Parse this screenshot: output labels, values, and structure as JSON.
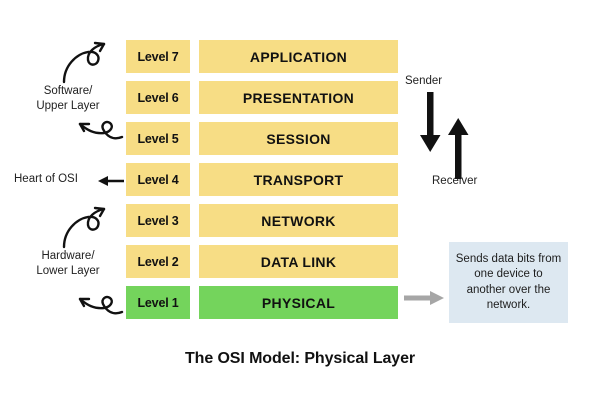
{
  "title": "The OSI Model: Physical Layer",
  "colors": {
    "layer_yellow": "#f7dd85",
    "layer_green": "#74d45c",
    "callout_bg": "#dde8f1",
    "arrow_black": "#111111",
    "arrow_gray": "#a6a6a6",
    "text": "#111111",
    "background": "#ffffff"
  },
  "layers": [
    {
      "level": "Level 7",
      "name": "APPLICATION",
      "highlight": false
    },
    {
      "level": "Level 6",
      "name": "PRESENTATION",
      "highlight": false
    },
    {
      "level": "Level 5",
      "name": "SESSION",
      "highlight": false
    },
    {
      "level": "Level 4",
      "name": "TRANSPORT",
      "highlight": false
    },
    {
      "level": "Level 3",
      "name": "NETWORK",
      "highlight": false
    },
    {
      "level": "Level 2",
      "name": "DATA LINK",
      "highlight": false
    },
    {
      "level": "Level 1",
      "name": "PHYSICAL",
      "highlight": true
    }
  ],
  "annotations": {
    "software_upper": "Software/\nUpper Layer",
    "hardware_lower": "Hardware/\nLower Layer",
    "heart_of_osi": "Heart of OSI",
    "sender": "Sender",
    "receiver": "Receiver"
  },
  "callout": {
    "text": "Sends data bits from one device to another over the network."
  },
  "icons": {
    "curly_arrow_up": "curly-arrow-up-icon",
    "curly_arrow_down": "curly-arrow-down-icon",
    "arrow_left": "arrow-left-icon",
    "arrow_down": "arrow-down-icon",
    "arrow_up": "arrow-up-icon",
    "arrow_right_gray": "arrow-right-icon"
  }
}
